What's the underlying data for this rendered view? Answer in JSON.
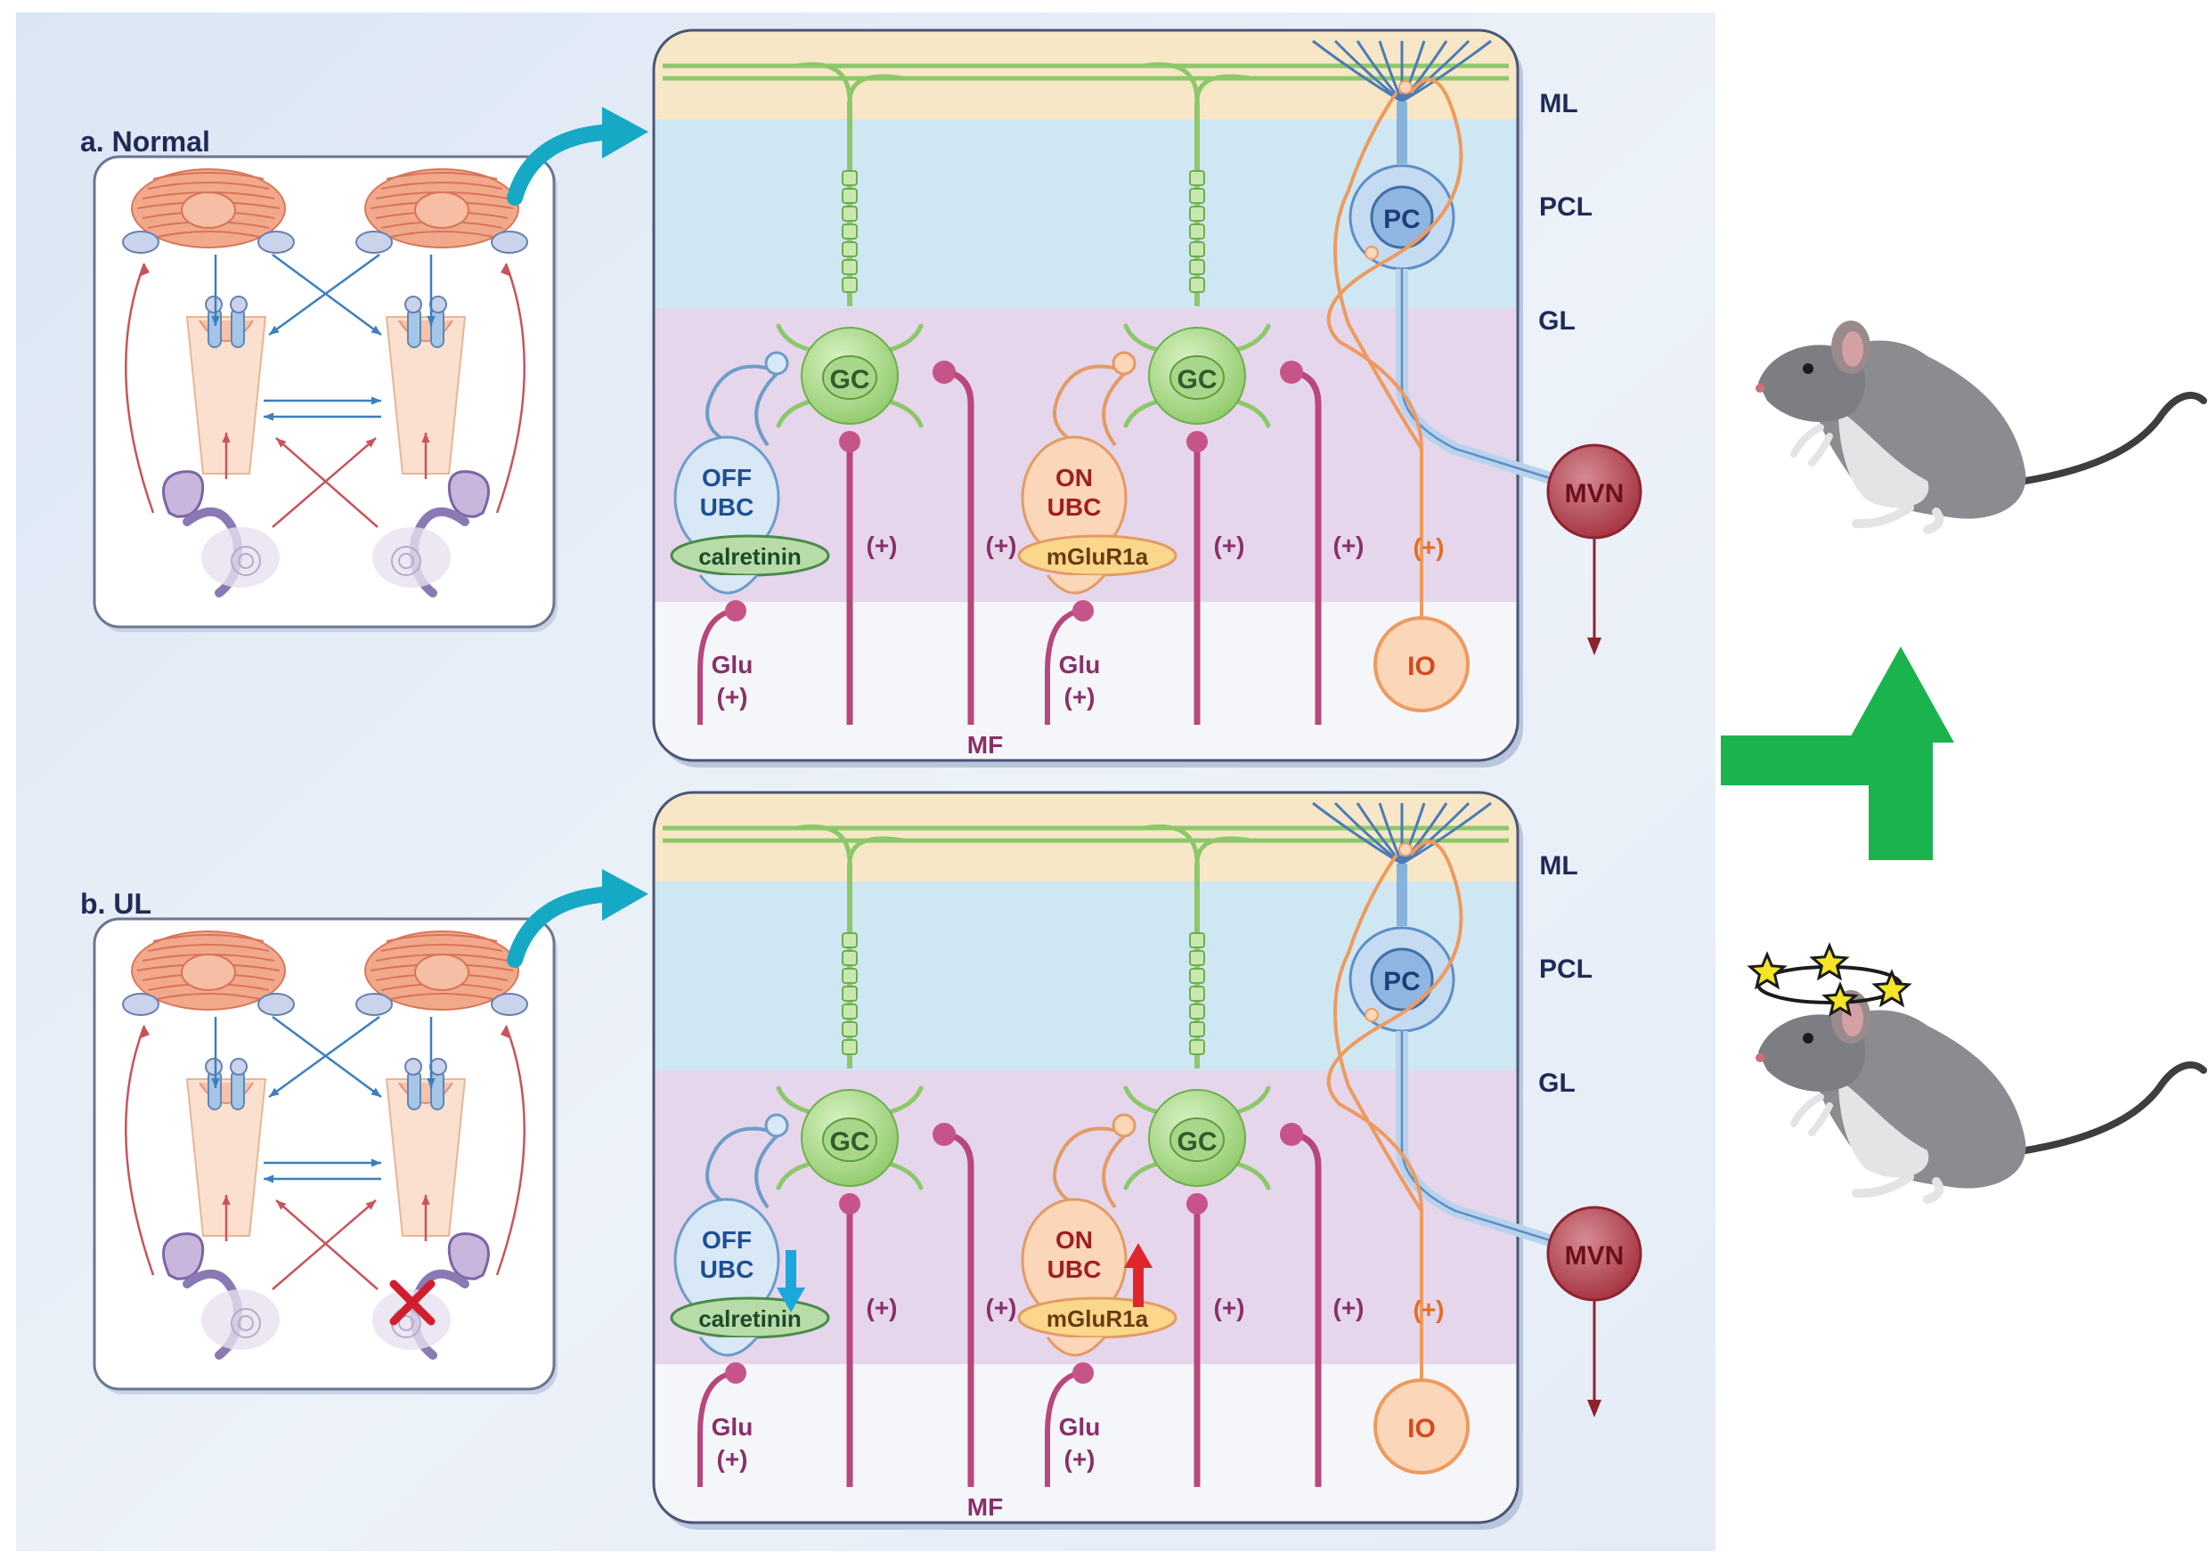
{
  "panels": [
    {
      "title": "a. Normal",
      "layers": {
        "ml": "ML",
        "pcl": "PCL",
        "gl": "GL"
      },
      "cells": {
        "gc": "GC",
        "pc": "PC",
        "mvn": "MVN",
        "io": "IO"
      },
      "off_ubc": {
        "line1": "OFF",
        "line2": "UBC",
        "marker": "calretinin"
      },
      "on_ubc": {
        "line1": "ON",
        "line2": "UBC",
        "marker": "mGluR1a"
      },
      "signs": {
        "plus": "(+)",
        "glu": "Glu"
      },
      "mf_label": "MF",
      "lesion": false,
      "off_change": "none",
      "on_change": "none"
    },
    {
      "title": "b. UL",
      "layers": {
        "ml": "ML",
        "pcl": "PCL",
        "gl": "GL"
      },
      "cells": {
        "gc": "GC",
        "pc": "PC",
        "mvn": "MVN",
        "io": "IO"
      },
      "off_ubc": {
        "line1": "OFF",
        "line2": "UBC",
        "marker": "calretinin"
      },
      "on_ubc": {
        "line1": "ON",
        "line2": "UBC",
        "marker": "mGluR1a"
      },
      "signs": {
        "plus": "(+)",
        "glu": "Glu"
      },
      "mf_label": "MF",
      "lesion": true,
      "off_change": "down",
      "on_change": "up"
    }
  ],
  "right_column": {
    "top_mouse": "normal",
    "bottom_mouse": "dizzy",
    "arrow": "recovery-up"
  },
  "colors": {
    "ml": "#f7e7c6",
    "pcl": "#cfe7f3",
    "gl": "#e5d6ec",
    "wm": "#f4f6fa",
    "granule": "#9ccf7a",
    "mossy": "#b8477c",
    "purkinje": "#86b2dc",
    "climbing": "#ee9a5e",
    "mvn": "#a9333e",
    "teal_arrow": "#16a9c6",
    "green_arrow": "#1bb34d",
    "lesion": "#d11d2d"
  }
}
